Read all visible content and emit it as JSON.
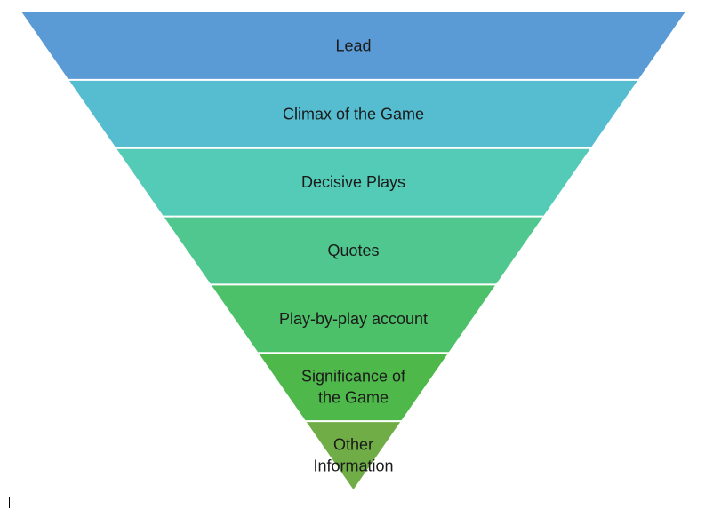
{
  "diagram": {
    "type": "inverted-pyramid",
    "levels": [
      {
        "lines": [
          "Lead"
        ],
        "color": "#5B9BD5"
      },
      {
        "lines": [
          "Climax of the Game"
        ],
        "color": "#56BDD0"
      },
      {
        "lines": [
          "Decisive Plays"
        ],
        "color": "#54CBB6"
      },
      {
        "lines": [
          "Quotes"
        ],
        "color": "#50C78E"
      },
      {
        "lines": [
          "Play-by-play account"
        ],
        "color": "#4DC06A"
      },
      {
        "lines": [
          "Significance of",
          "the Game"
        ],
        "color": "#4FB84B"
      },
      {
        "lines": [
          "Other",
          "Information"
        ],
        "color": "#70AD47"
      }
    ]
  }
}
